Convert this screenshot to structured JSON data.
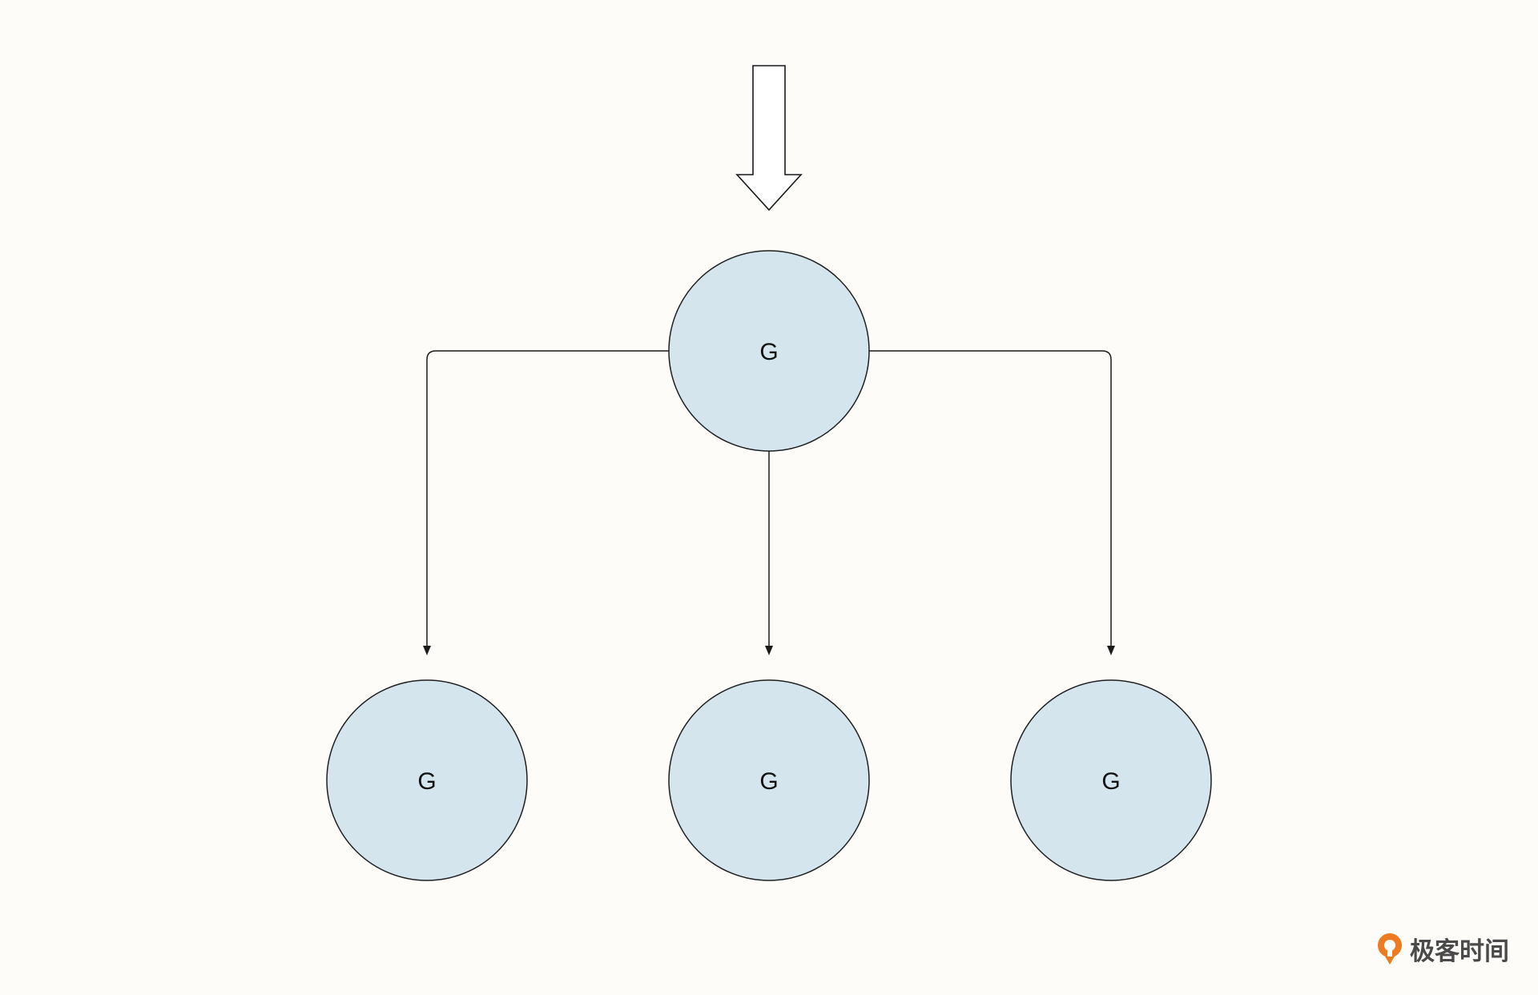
{
  "diagram": {
    "nodes": [
      {
        "id": "root",
        "label": "G"
      },
      {
        "id": "child-left",
        "label": "G"
      },
      {
        "id": "child-middle",
        "label": "G"
      },
      {
        "id": "child-right",
        "label": "G"
      }
    ],
    "edges": [
      {
        "from": "root",
        "to": "child-left"
      },
      {
        "from": "root",
        "to": "child-middle"
      },
      {
        "from": "root",
        "to": "child-right"
      }
    ],
    "colors": {
      "node_fill": "#d4e5ee",
      "stroke": "#1a1a1a",
      "background": "#fdfcf8",
      "brand_accent": "#ee7a22"
    }
  },
  "brand": {
    "text": "极客时间",
    "icon": "geektime-logo-icon"
  }
}
